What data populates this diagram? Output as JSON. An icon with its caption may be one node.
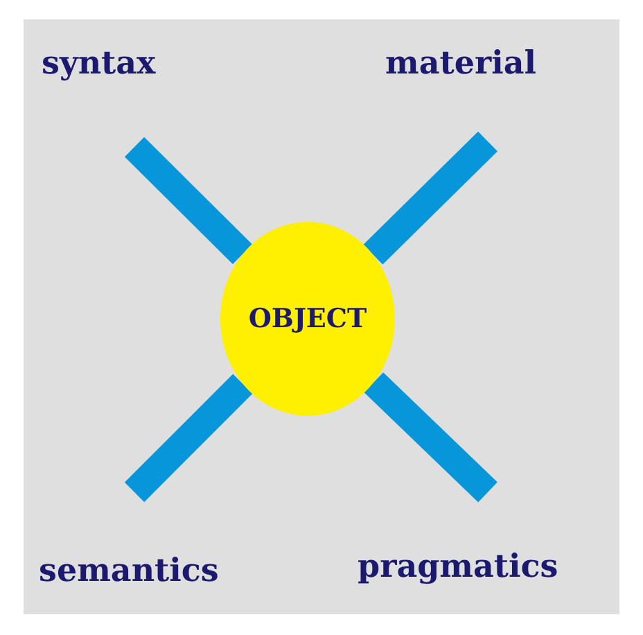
{
  "diagram": {
    "nodes": [
      {
        "text": [
          "OBJECT"
        ]
      },
      {
        "text": [
          "syntax"
        ]
      },
      {
        "text": [
          "material"
        ]
      },
      {
        "text": [
          "semantics"
        ]
      },
      {
        "text": [
          "pragmatics"
        ]
      }
    ],
    "edges": [
      {
        "from": 1,
        "to": 0,
        "arrow": "none"
      },
      {
        "from": 2,
        "to": 0,
        "arrow": "none"
      },
      {
        "from": 3,
        "to": 0,
        "arrow": "none"
      },
      {
        "from": 4,
        "to": 0,
        "arrow": "none"
      }
    ]
  }
}
